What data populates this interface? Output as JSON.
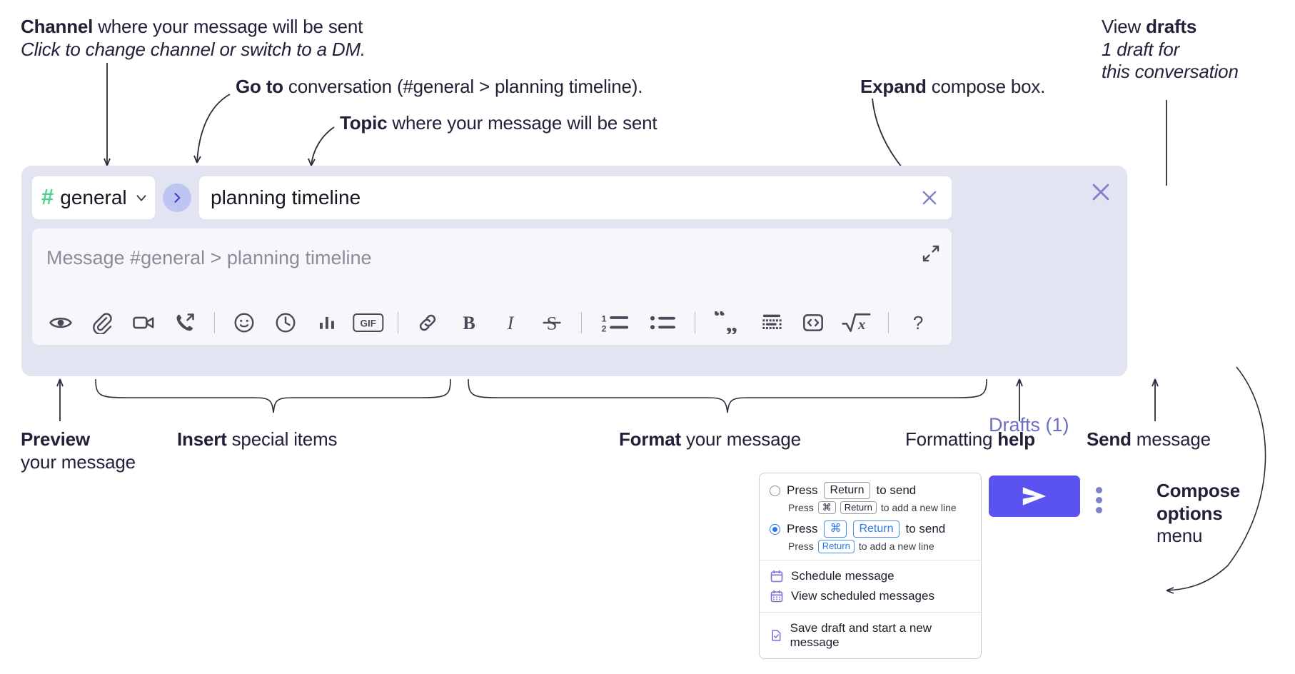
{
  "annotations": {
    "channel": {
      "bold": "Channel",
      "rest": " where your message will be sent",
      "italic": "Click to change channel or switch to a DM."
    },
    "goto": {
      "bold": "Go to",
      "rest": " conversation (#general > planning timeline)."
    },
    "topic": {
      "bold": "Topic",
      "rest": " where your message will be sent"
    },
    "expand": {
      "bold": "Expand",
      "rest": " compose box."
    },
    "drafts": {
      "bold_pre": "View ",
      "bold": "drafts",
      "italic1": "1 draft for",
      "italic2": "this conversation"
    },
    "preview": {
      "bold": "Preview",
      "rest": "your message"
    },
    "insert": {
      "bold": "Insert",
      "rest": " special items"
    },
    "format": {
      "bold": "Format",
      "rest": " your message"
    },
    "help": {
      "pre": "Formatting ",
      "bold": "help"
    },
    "send": {
      "bold": "Send",
      "rest": " message"
    },
    "compose_options": {
      "bold1": "Compose",
      "bold2": "options",
      "rest": "menu"
    }
  },
  "compose": {
    "channel_name": "general",
    "hash_symbol": "#",
    "topic_value": "planning timeline",
    "message_placeholder": "Message #general > planning timeline",
    "drafts_label": "Drafts (1)",
    "toolbar_icons": [
      "preview-eye-icon",
      "attachment-paperclip-icon",
      "video-camera-icon",
      "audio-clip-icon",
      "divider-1",
      "emoji-icon",
      "schedule-clock-icon",
      "poll-bar-icon",
      "gif-icon",
      "divider-2",
      "link-icon",
      "bold-icon",
      "italic-icon",
      "strikethrough-icon",
      "divider-3",
      "ordered-list-icon",
      "bulleted-list-icon",
      "divider-4",
      "blockquote-icon",
      "code-block-icon",
      "code-inline-icon",
      "math-icon",
      "divider-5",
      "formatting-help-icon"
    ],
    "gif_label": "GIF",
    "help_label": "?",
    "colors": {
      "panel_bg": "#e2e4f2",
      "send_button": "#5b53f0",
      "hash_green": "#4fd18b",
      "goto_circle": "#bfc5f3",
      "drafts_text": "#6b6fc4",
      "accent_blue": "#2a7ae4"
    }
  },
  "compose_options_menu": {
    "radio_options": [
      {
        "selected": false,
        "label_pre": "Press",
        "keys": [
          "Return"
        ],
        "label_post": "to send",
        "sub_pre": "Press",
        "sub_keys": [
          "⌘",
          "Return"
        ],
        "sub_post": "to add a new line"
      },
      {
        "selected": true,
        "label_pre": "Press",
        "keys": [
          "⌘",
          "Return"
        ],
        "label_post": "to send",
        "sub_pre": "Press",
        "sub_keys": [
          "Return"
        ],
        "sub_post": "to add a new line"
      }
    ],
    "items": [
      {
        "icon": "calendar-icon",
        "label": "Schedule message"
      },
      {
        "icon": "calendar-grid-icon",
        "label": "View scheduled messages"
      },
      {
        "icon": "save-draft-icon",
        "label": "Save draft and start a new message"
      }
    ]
  }
}
